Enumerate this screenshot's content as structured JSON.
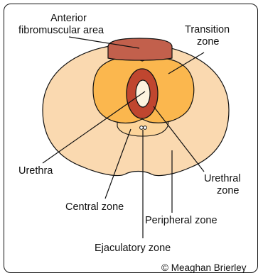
{
  "labels": {
    "anterior_line1": "Anterior",
    "anterior_line2": "fibromuscular area",
    "transition_line1": "Transition",
    "transition_line2": "zone",
    "urethra": "Urethra",
    "urethral_zone_line1": "Urethral",
    "urethral_zone_line2": "zone",
    "central_zone": "Central zone",
    "peripheral_zone": "Peripheral zone",
    "ejaculatory_zone": "Ejaculatory zone"
  },
  "credit": "© Meaghan Brierley",
  "colors": {
    "peripheral": "#FAD9B0",
    "transition": "#FBB74E",
    "anterior": "#C2604C",
    "urethral_zone": "#C0462F",
    "urethra": "#FDF3DF",
    "central": "#FCD49A",
    "outline": "#111111"
  }
}
